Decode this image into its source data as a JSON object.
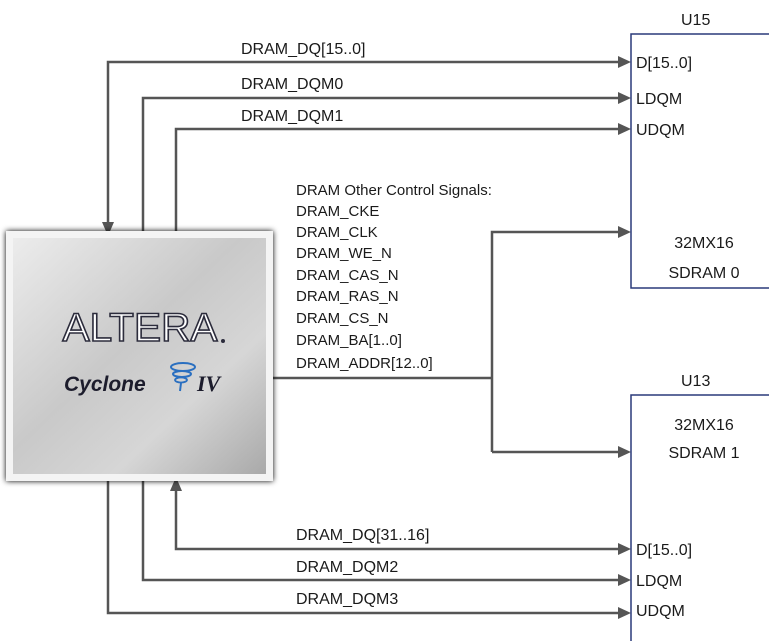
{
  "chips": {
    "u15": {
      "ref": "U15",
      "pins": [
        "D[15..0]",
        "LDQM",
        "UDQM"
      ],
      "name_line1": "32MX16",
      "name_line2": "SDRAM 0"
    },
    "u13": {
      "ref": "U13",
      "pins": [
        "D[15..0]",
        "LDQM",
        "UDQM"
      ],
      "name_line1": "32MX16",
      "name_line2": "SDRAM 1"
    }
  },
  "fpga": {
    "brand": "ALTERA",
    "family": "Cyclone",
    "family_suffix": "IV"
  },
  "signals": {
    "top": [
      "DRAM_DQ[15..0]",
      "DRAM_DQM0",
      "DRAM_DQM1"
    ],
    "bottom": [
      "DRAM_DQ[31..16]",
      "DRAM_DQM2",
      "DRAM_DQM3"
    ]
  },
  "control": {
    "title": "DRAM Other Control Signals:",
    "signals": [
      "DRAM_CKE",
      "DRAM_CLK",
      "DRAM_WE_N",
      "DRAM_CAS_N",
      "DRAM_RAS_N",
      "DRAM_CS_N",
      "DRAM_BA[1..0]",
      "DRAM_ADDR[12..0]"
    ]
  },
  "colors": {
    "wire": "#555555",
    "chip_border": "#2a3a7a"
  }
}
